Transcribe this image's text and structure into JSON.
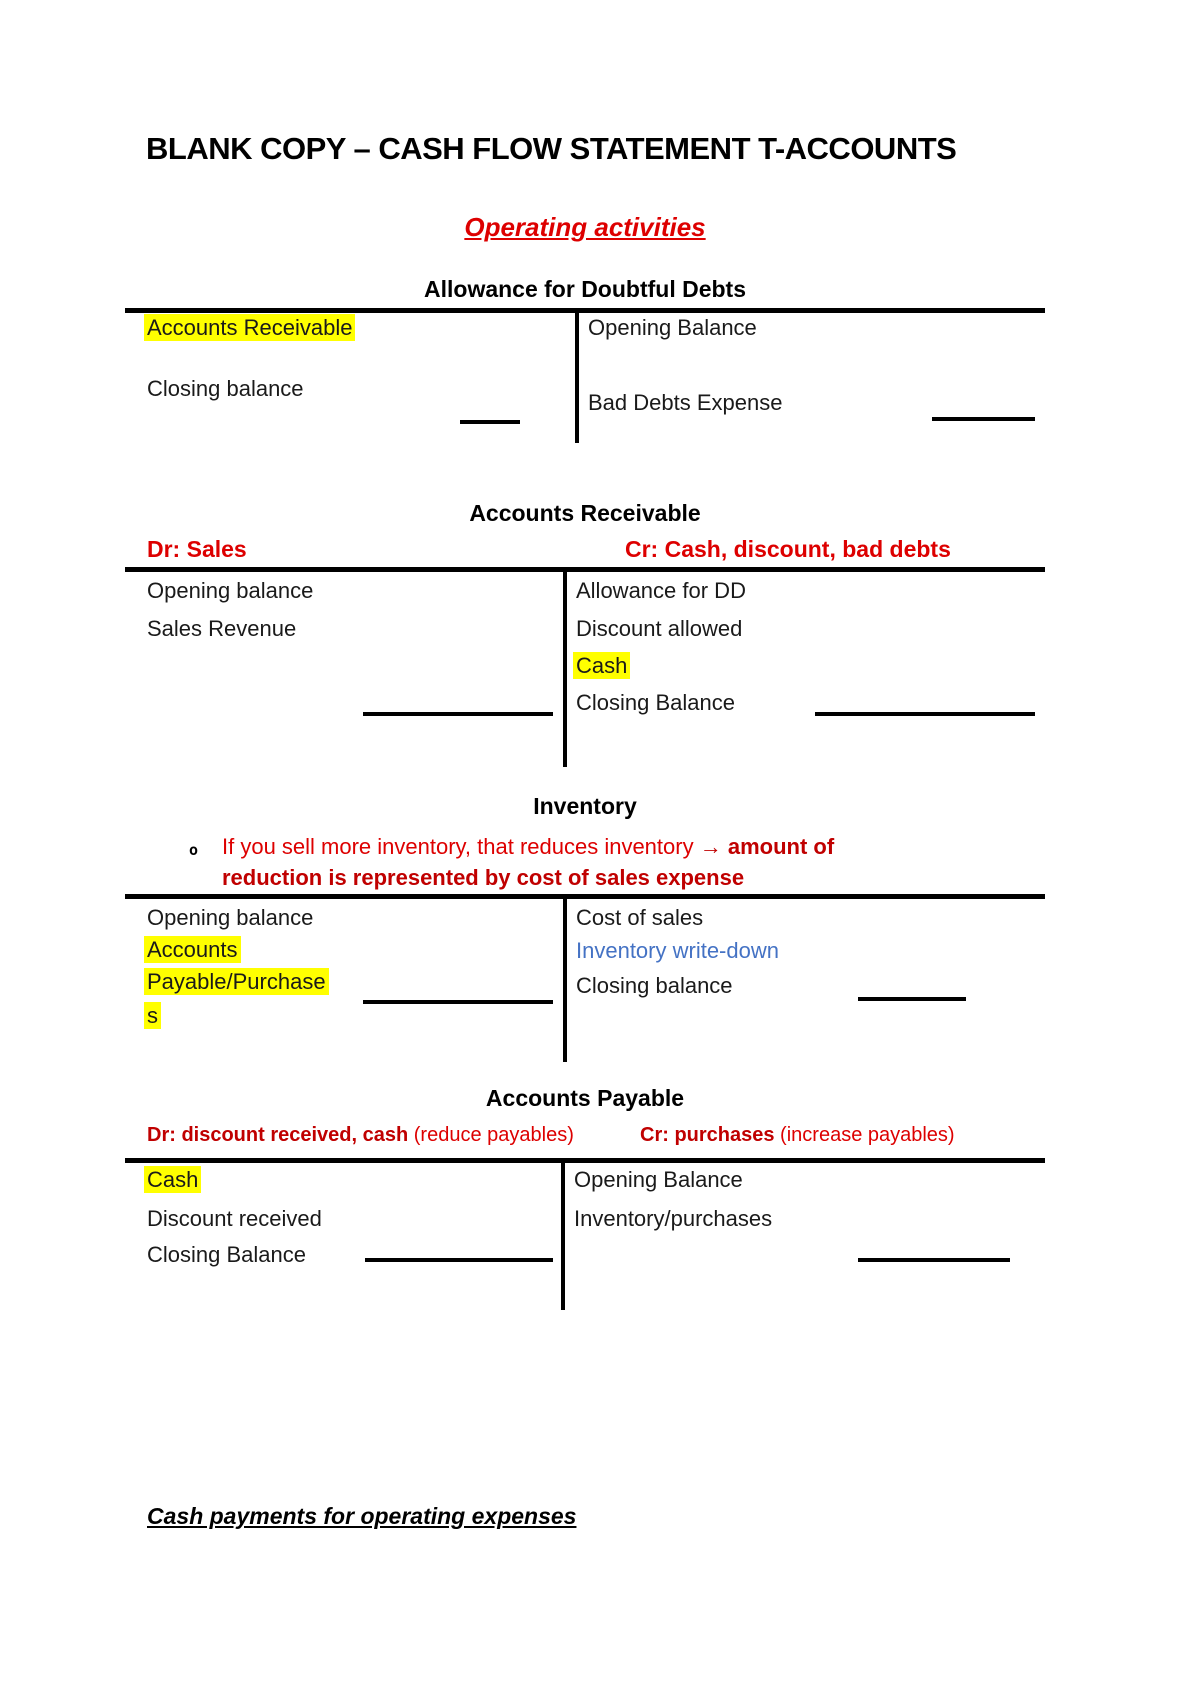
{
  "document": {
    "title": "BLANK COPY – CASH FLOW STATEMENT T-ACCOUNTS",
    "section_heading": "Operating activities",
    "footer_heading": "Cash payments for operating expenses"
  },
  "colors": {
    "highlight_yellow": "#ffff00",
    "red_text": "#dd0000",
    "dark_red_text": "#c00000",
    "blue_text": "#4472c4",
    "line_black": "#000000"
  },
  "allowance_for_doubtful_debts": {
    "heading": "Allowance for Doubtful Debts",
    "debit_rows": {
      "row1": "Accounts Receivable",
      "row2": "Closing balance"
    },
    "credit_rows": {
      "row1": "Opening Balance",
      "row2": "Bad Debts Expense"
    }
  },
  "accounts_receivable": {
    "heading": "Accounts Receivable",
    "dr_note": "Dr: Sales",
    "cr_note": "Cr: Cash, discount, bad debts",
    "debit_rows": {
      "row1": "Opening balance",
      "row2": "Sales Revenue"
    },
    "credit_rows": {
      "row1": "Allowance for DD",
      "row2": "Discount allowed",
      "row3": "Cash",
      "row4": "Closing Balance"
    }
  },
  "inventory": {
    "heading": "Inventory",
    "bullet_marker": "o",
    "bullet_text_regular": "If you sell more inventory, that reduces inventory ",
    "bullet_text_bold_line1": "→ amount of",
    "bullet_text_bold_line2": "reduction is represented by cost of sales expense",
    "debit_rows": {
      "row1": "Opening balance",
      "row2_line1": "Accounts",
      "row2_line2": "Payable/Purchase",
      "row2_line3": "s"
    },
    "credit_rows": {
      "row1": "Cost of sales",
      "row2": "Inventory write-down",
      "row3": "Closing balance"
    }
  },
  "accounts_payable": {
    "heading": "Accounts Payable",
    "dr_note_bold": "Dr: discount received, cash",
    "dr_note_regular": " (reduce payables)",
    "cr_note_bold": "Cr: purchases",
    "cr_note_regular": " (increase payables)",
    "debit_rows": {
      "row1": "Cash",
      "row2": "Discount received",
      "row3": "Closing Balance"
    },
    "credit_rows": {
      "row1": "Opening Balance",
      "row2": "Inventory/purchases"
    }
  }
}
